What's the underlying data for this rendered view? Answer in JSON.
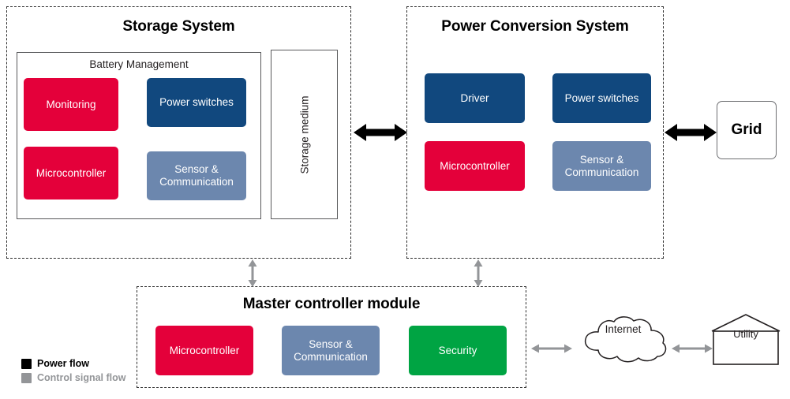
{
  "colors": {
    "red": "#e4003a",
    "dark_blue": "#11487e",
    "light_blue": "#6c87ae",
    "green": "#00a443",
    "power_flow": "#000000",
    "control_flow": "#939598",
    "outline": "#58595b",
    "dashed": "#2b2b2b"
  },
  "storage_system": {
    "title": "Storage System",
    "battery_management": {
      "title": "Battery Management",
      "blocks": [
        {
          "label": "Monitoring",
          "color_key": "red"
        },
        {
          "label": "Power switches",
          "color_key": "dark_blue"
        },
        {
          "label": "Microcontroller",
          "color_key": "red"
        },
        {
          "label": "Sensor &\nCommunication",
          "color_key": "light_blue"
        }
      ]
    },
    "storage_medium": {
      "label": "Storage medium"
    }
  },
  "power_conversion_system": {
    "title": "Power Conversion System",
    "blocks": [
      {
        "label": "Driver",
        "color_key": "dark_blue"
      },
      {
        "label": "Power switches",
        "color_key": "dark_blue"
      },
      {
        "label": "Microcontroller",
        "color_key": "red"
      },
      {
        "label": "Sensor &\nCommunication",
        "color_key": "light_blue"
      }
    ]
  },
  "master_controller": {
    "title": "Master controller module",
    "blocks": [
      {
        "label": "Microcontroller",
        "color_key": "red"
      },
      {
        "label": "Sensor &\nCommunication",
        "color_key": "light_blue"
      },
      {
        "label": "Security",
        "color_key": "green"
      }
    ]
  },
  "grid": {
    "label": "Grid"
  },
  "internet": {
    "label": "Internet"
  },
  "utility": {
    "label": "Utility"
  },
  "legend": {
    "items": [
      {
        "label": "Power flow",
        "color_key": "power_flow"
      },
      {
        "label": "Control signal flow",
        "color_key": "control_flow"
      }
    ]
  },
  "connectors": [
    {
      "name": "storage-to-pcs",
      "type": "power",
      "direction": "bidirectional",
      "orientation": "horizontal"
    },
    {
      "name": "pcs-to-grid",
      "type": "power",
      "direction": "bidirectional",
      "orientation": "horizontal"
    },
    {
      "name": "storage-to-master",
      "type": "control",
      "direction": "bidirectional",
      "orientation": "vertical"
    },
    {
      "name": "pcs-to-master",
      "type": "control",
      "direction": "bidirectional",
      "orientation": "vertical"
    },
    {
      "name": "master-to-internet",
      "type": "control",
      "direction": "bidirectional",
      "orientation": "horizontal"
    },
    {
      "name": "internet-to-utility",
      "type": "control",
      "direction": "bidirectional",
      "orientation": "horizontal"
    }
  ]
}
